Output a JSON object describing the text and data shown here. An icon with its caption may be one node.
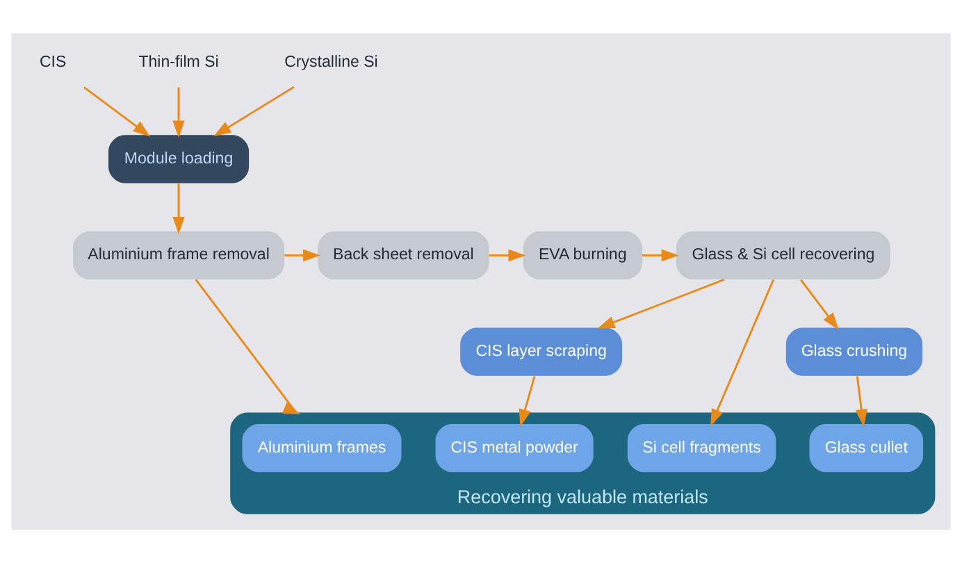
{
  "diagram": {
    "nodes": [
      {
        "text": [
          "Aluminium frame removal"
        ]
      },
      {
        "text": [
          "Back sheet removal"
        ]
      },
      {
        "text": [
          "EVA burning"
        ]
      },
      {
        "text": [
          "Glass & Si cell recovering"
        ]
      },
      {
        "text": [
          "Module loading"
        ]
      },
      {
        "text": [
          "Glass crushing"
        ]
      },
      {
        "text": [
          "CIS layer scraping"
        ]
      },
      {
        "text": [
          "Recovering valuable materials"
        ]
      },
      {
        "text": [
          "Aluminium frames"
        ],
        "in": 7
      },
      {
        "text": [
          "Si cell fragments"
        ],
        "in": 7
      },
      {
        "text": [
          "Glass cullet"
        ],
        "in": 7
      },
      {
        "text": [
          "CIS metal powder"
        ],
        "in": 7
      },
      {
        "text": [
          "CIS"
        ]
      },
      {
        "text": [
          "Thin-film Si"
        ]
      },
      {
        "text": [
          "Crystalline Si"
        ]
      }
    ],
    "edges": [
      {
        "from": 4,
        "to": 0,
        "arrow": "to"
      },
      {
        "from": 0,
        "to": 1,
        "arrow": "to"
      },
      {
        "from": 1,
        "to": 2,
        "arrow": "to"
      },
      {
        "from": 2,
        "to": 3,
        "arrow": "to"
      },
      {
        "from": 0,
        "to": 7,
        "arrow": "to"
      },
      {
        "from": 3,
        "to": 5,
        "arrow": "to"
      },
      {
        "from": 3,
        "to": 6,
        "arrow": "to"
      },
      {
        "from": 3,
        "to": 9,
        "arrow": "to"
      },
      {
        "from": 5,
        "to": 10,
        "arrow": "to"
      },
      {
        "from": 6,
        "to": 11,
        "arrow": "to"
      },
      {
        "from": 14,
        "to": 4,
        "arrow": "to"
      },
      {
        "from": 13,
        "to": 4,
        "arrow": "to"
      },
      {
        "from": 12,
        "to": 4,
        "arrow": "to"
      }
    ]
  }
}
